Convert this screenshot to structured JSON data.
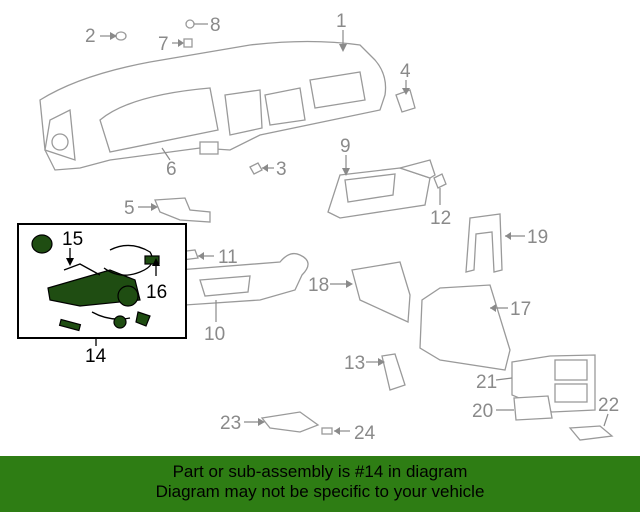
{
  "callouts": {
    "c1": "1",
    "c2": "2",
    "c3": "3",
    "c4": "4",
    "c5": "5",
    "c6": "6",
    "c7": "7",
    "c8": "8",
    "c9": "9",
    "c10": "10",
    "c11": "11",
    "c12": "12",
    "c13": "13",
    "c14": "14",
    "c15": "15",
    "c16": "16",
    "c17": "17",
    "c18": "18",
    "c19": "19",
    "c20": "20",
    "c21": "21",
    "c22": "22",
    "c23": "23",
    "c24": "24"
  },
  "highlight_box_part": "14",
  "colors": {
    "banner_bg": "#2e7d14",
    "part_line": "#9a9a9a",
    "highlight_part": "#1f4d12",
    "callout_text": "#8a8a8a"
  },
  "banner": {
    "line1": "Part or sub-assembly is #14 in diagram",
    "line2": "Diagram may not be specific to your vehicle"
  }
}
